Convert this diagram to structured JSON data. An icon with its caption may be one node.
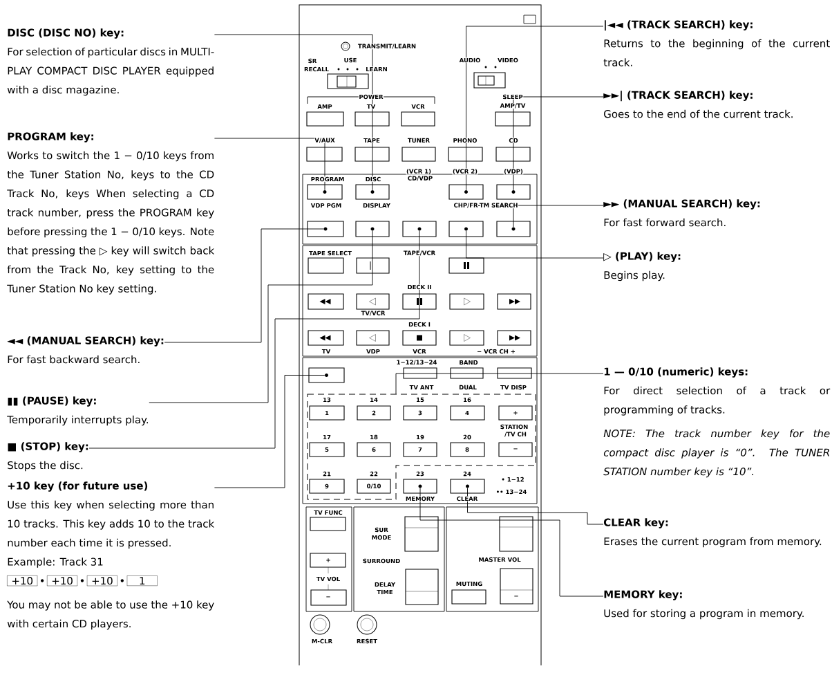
{
  "diagram": {
    "nodes": [
      {
        "text": [
          "DISC (DISC NO) key:",
          "For selection of particular discs in MULTI-PLAY COMPACT DISC PLAYER equipped with a disc magazine."
        ]
      },
      {
        "text": [
          "PROGRAM key:",
          "Works to switch the 1 − 0/10 keys from the Tuner Station No, keys to the CD Track No, keys When selecting a CD track number, press the PROGRAM key before pressing the 1 − 0/10 keys. Note that pressing the ▷ key will switch back from the Track No, key setting to the Tuner Station No key setting."
        ]
      },
      {
        "text": [
          "◄◄ (MANUAL SEARCH) key:",
          "For fast backward search."
        ]
      },
      {
        "text": [
          "▮▮ (PAUSE) key:",
          "Temporarily interrupts play."
        ]
      },
      {
        "text": [
          "■ (STOP) key:",
          "Stops the disc."
        ]
      },
      {
        "text": [
          "+10 key (for future use)",
          "Use this key when selecting more than 10 tracks. This key adds 10 to the track number each time it is pressed.",
          "Example: Track 31",
          "+10",
          "•",
          "+10",
          "•",
          "+10",
          "•",
          "1",
          "You may not be able to use the +10 key with certain CD players."
        ]
      },
      {
        "text": [
          "|◄◄ (TRACK SEARCH) key:",
          "Returns to the beginning of the current track."
        ]
      },
      {
        "text": [
          "►►| (TRACK SEARCH) key:",
          "Goes to the end of the current track."
        ]
      },
      {
        "text": [
          "►► (MANUAL SEARCH) key:",
          "For fast forward search."
        ]
      },
      {
        "text": [
          "▷ (PLAY) key:",
          "Begins play."
        ]
      },
      {
        "text": [
          "1 — 0/10 (numeric) keys:",
          "For direct selection of a track or programming of tracks.",
          "NOTE: The track number key for the compact disc player is “0”. The TUNER STATION number key is “10”."
        ]
      },
      {
        "text": [
          "CLEAR key:",
          "Erases the current program from memory."
        ]
      },
      {
        "text": [
          "MEMORY key:",
          "Used for storing a program in memory."
        ]
      },
      {
        "text": [],
        "shape": "circle"
      },
      {
        "text": [],
        "shape": "circle"
      },
      {
        "text": [],
        "shape": "circle"
      },
      {
        "text": [],
        "shape": "circle"
      },
      {
        "text": [],
        "shape": "circle"
      },
      {
        "text": [],
        "shape": "circle"
      },
      {
        "text": [],
        "shape": "circle"
      },
      {
        "text": [],
        "shape": "circle"
      },
      {
        "text": [],
        "shape": "circle"
      },
      {
        "text": [],
        "shape": "circle"
      },
      {
        "text": [],
        "shape": "box"
      },
      {
        "text": [],
        "shape": "circle"
      },
      {
        "text": [],
        "shape": "circle"
      }
    ],
    "edges": [
      {
        "from": 0,
        "to": 14,
        "arrow": "none"
      },
      {
        "from": 1,
        "to": 13,
        "arrow": "none"
      },
      {
        "from": 2,
        "to": 17,
        "arrow": "none"
      },
      {
        "from": 3,
        "to": 18,
        "arrow": "none"
      },
      {
        "from": 4,
        "to": 19,
        "arrow": "none"
      },
      {
        "from": 5,
        "to": 22,
        "arrow": "none"
      },
      {
        "from": 6,
        "to": 15,
        "arrow": "none"
      },
      {
        "from": 7,
        "to": 16,
        "arrow": "none"
      },
      {
        "from": 8,
        "to": 21,
        "arrow": "none"
      },
      {
        "from": 9,
        "to": 20,
        "arrow": "none"
      },
      {
        "from": 10,
        "to": 23,
        "arrow": "none"
      },
      {
        "from": 11,
        "to": 25,
        "arrow": "none"
      },
      {
        "from": 12,
        "to": 24,
        "arrow": "none"
      }
    ],
    "labels": [
      "TRANSMIT/LEARN",
      "SR",
      "USE",
      "AUDIO",
      "VIDEO",
      "RECALL",
      "LEARN",
      "POWER",
      "SLEEP",
      "AMP",
      "TV",
      "VCR",
      "AMP/TV",
      "V/AUX",
      "TAPE",
      "TUNER",
      "PHONO",
      "CD",
      "(VCR 1)",
      "(VCR 2)",
      "(VDP)",
      "PROGRAM",
      "DISC",
      "CD/VDP",
      "VDP PGM",
      "DISPLAY",
      "CHP/FR-TM SEARCH",
      "TAPE SELECT",
      "TAPE/VCR",
      "DECK II",
      "TV/VCR",
      "DECK I",
      "TV",
      "VDP",
      "VCR",
      "− VCR CH +",
      "1−12/13−24",
      "BAND",
      "TV ANT",
      "DUAL",
      "TV DISP",
      "13",
      "14",
      "15",
      "16",
      "1",
      "2",
      "3",
      "4",
      "+",
      "STATION",
      "/TV CH",
      "17",
      "18",
      "19",
      "20",
      "5",
      "6",
      "7",
      "8",
      "−",
      "21",
      "22",
      "23",
      "24",
      "• 1−12",
      "9",
      "0/10",
      "•• 13−24",
      "MEMORY",
      "CLEAR",
      "TV FUNC",
      "SUR",
      "MODE",
      "+",
      "SURROUND",
      "MASTER VOL",
      "TV VOL",
      "DELAY",
      "MUTING",
      "TIME",
      "−",
      "−",
      "M-CLR",
      "RESET"
    ]
  }
}
